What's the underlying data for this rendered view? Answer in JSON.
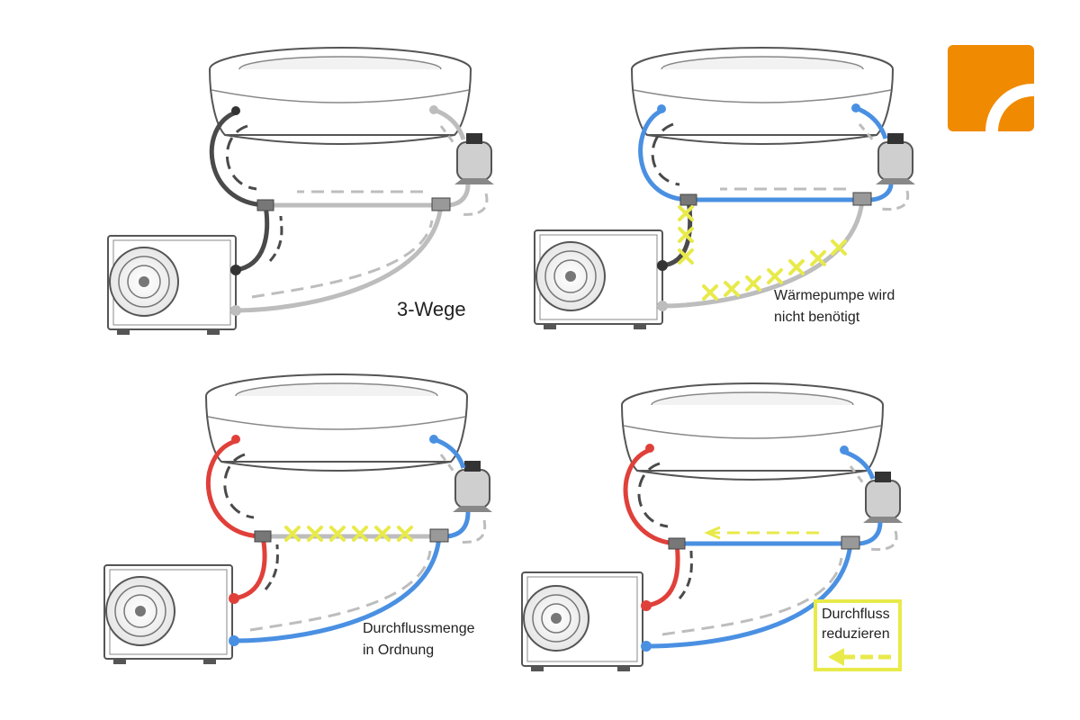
{
  "logo": {
    "name": "brand-logo",
    "color": "#F08A00"
  },
  "colors": {
    "line_gray": "#bdbdbd",
    "line_dark": "#4a4a4a",
    "line_blue": "#4a90e2",
    "line_red": "#e0403a",
    "cross_yellow": "#e8ea4a",
    "outline": "#555555"
  },
  "panels": [
    {
      "id": "panel-1",
      "caption_lines": [
        "3-Wege"
      ]
    },
    {
      "id": "panel-2",
      "caption_lines": [
        "Wärmepumpe wird",
        "nicht benötigt"
      ]
    },
    {
      "id": "panel-3",
      "caption_lines": [
        "Durchflussmenge",
        "in Ordnung"
      ]
    },
    {
      "id": "panel-4",
      "caption_lines": [
        "Durchfluss",
        "reduzieren"
      ]
    }
  ]
}
